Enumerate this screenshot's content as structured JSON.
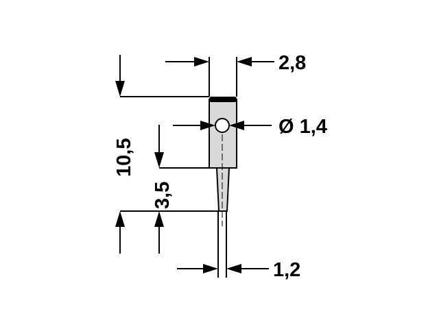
{
  "dimensions": {
    "top_width": "2,8",
    "hole_diameter": "Ø 1,4",
    "total_height": "10,5",
    "tip_height": "3,5",
    "pin_width": "1,2"
  },
  "colors": {
    "ink": "#000000",
    "body_fill": "#d9d9d9",
    "background": "#ffffff"
  }
}
